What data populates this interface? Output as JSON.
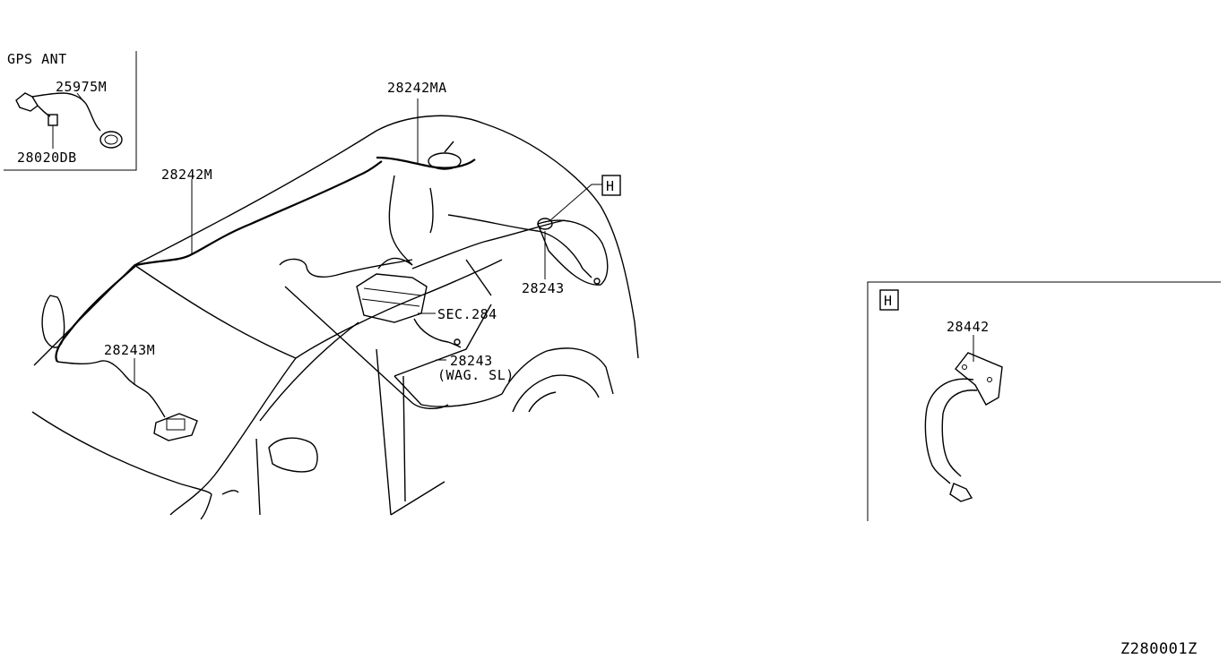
{
  "gps_inset": {
    "title": "GPS ANT",
    "part_antenna": "25975M",
    "part_cable": "28020DB"
  },
  "labels": {
    "harness_main": "28242M",
    "harness_roof": "28242MA",
    "view_ref_marker": "H",
    "cable_right": "28243",
    "section_ref": "SEC.284",
    "cable_wagon_part": "28243",
    "cable_wagon_note": "(WAG. SL)",
    "cable_left": "28243M"
  },
  "view_h": {
    "marker": "H",
    "part": "28442"
  },
  "diagram_code": "Z280001Z"
}
